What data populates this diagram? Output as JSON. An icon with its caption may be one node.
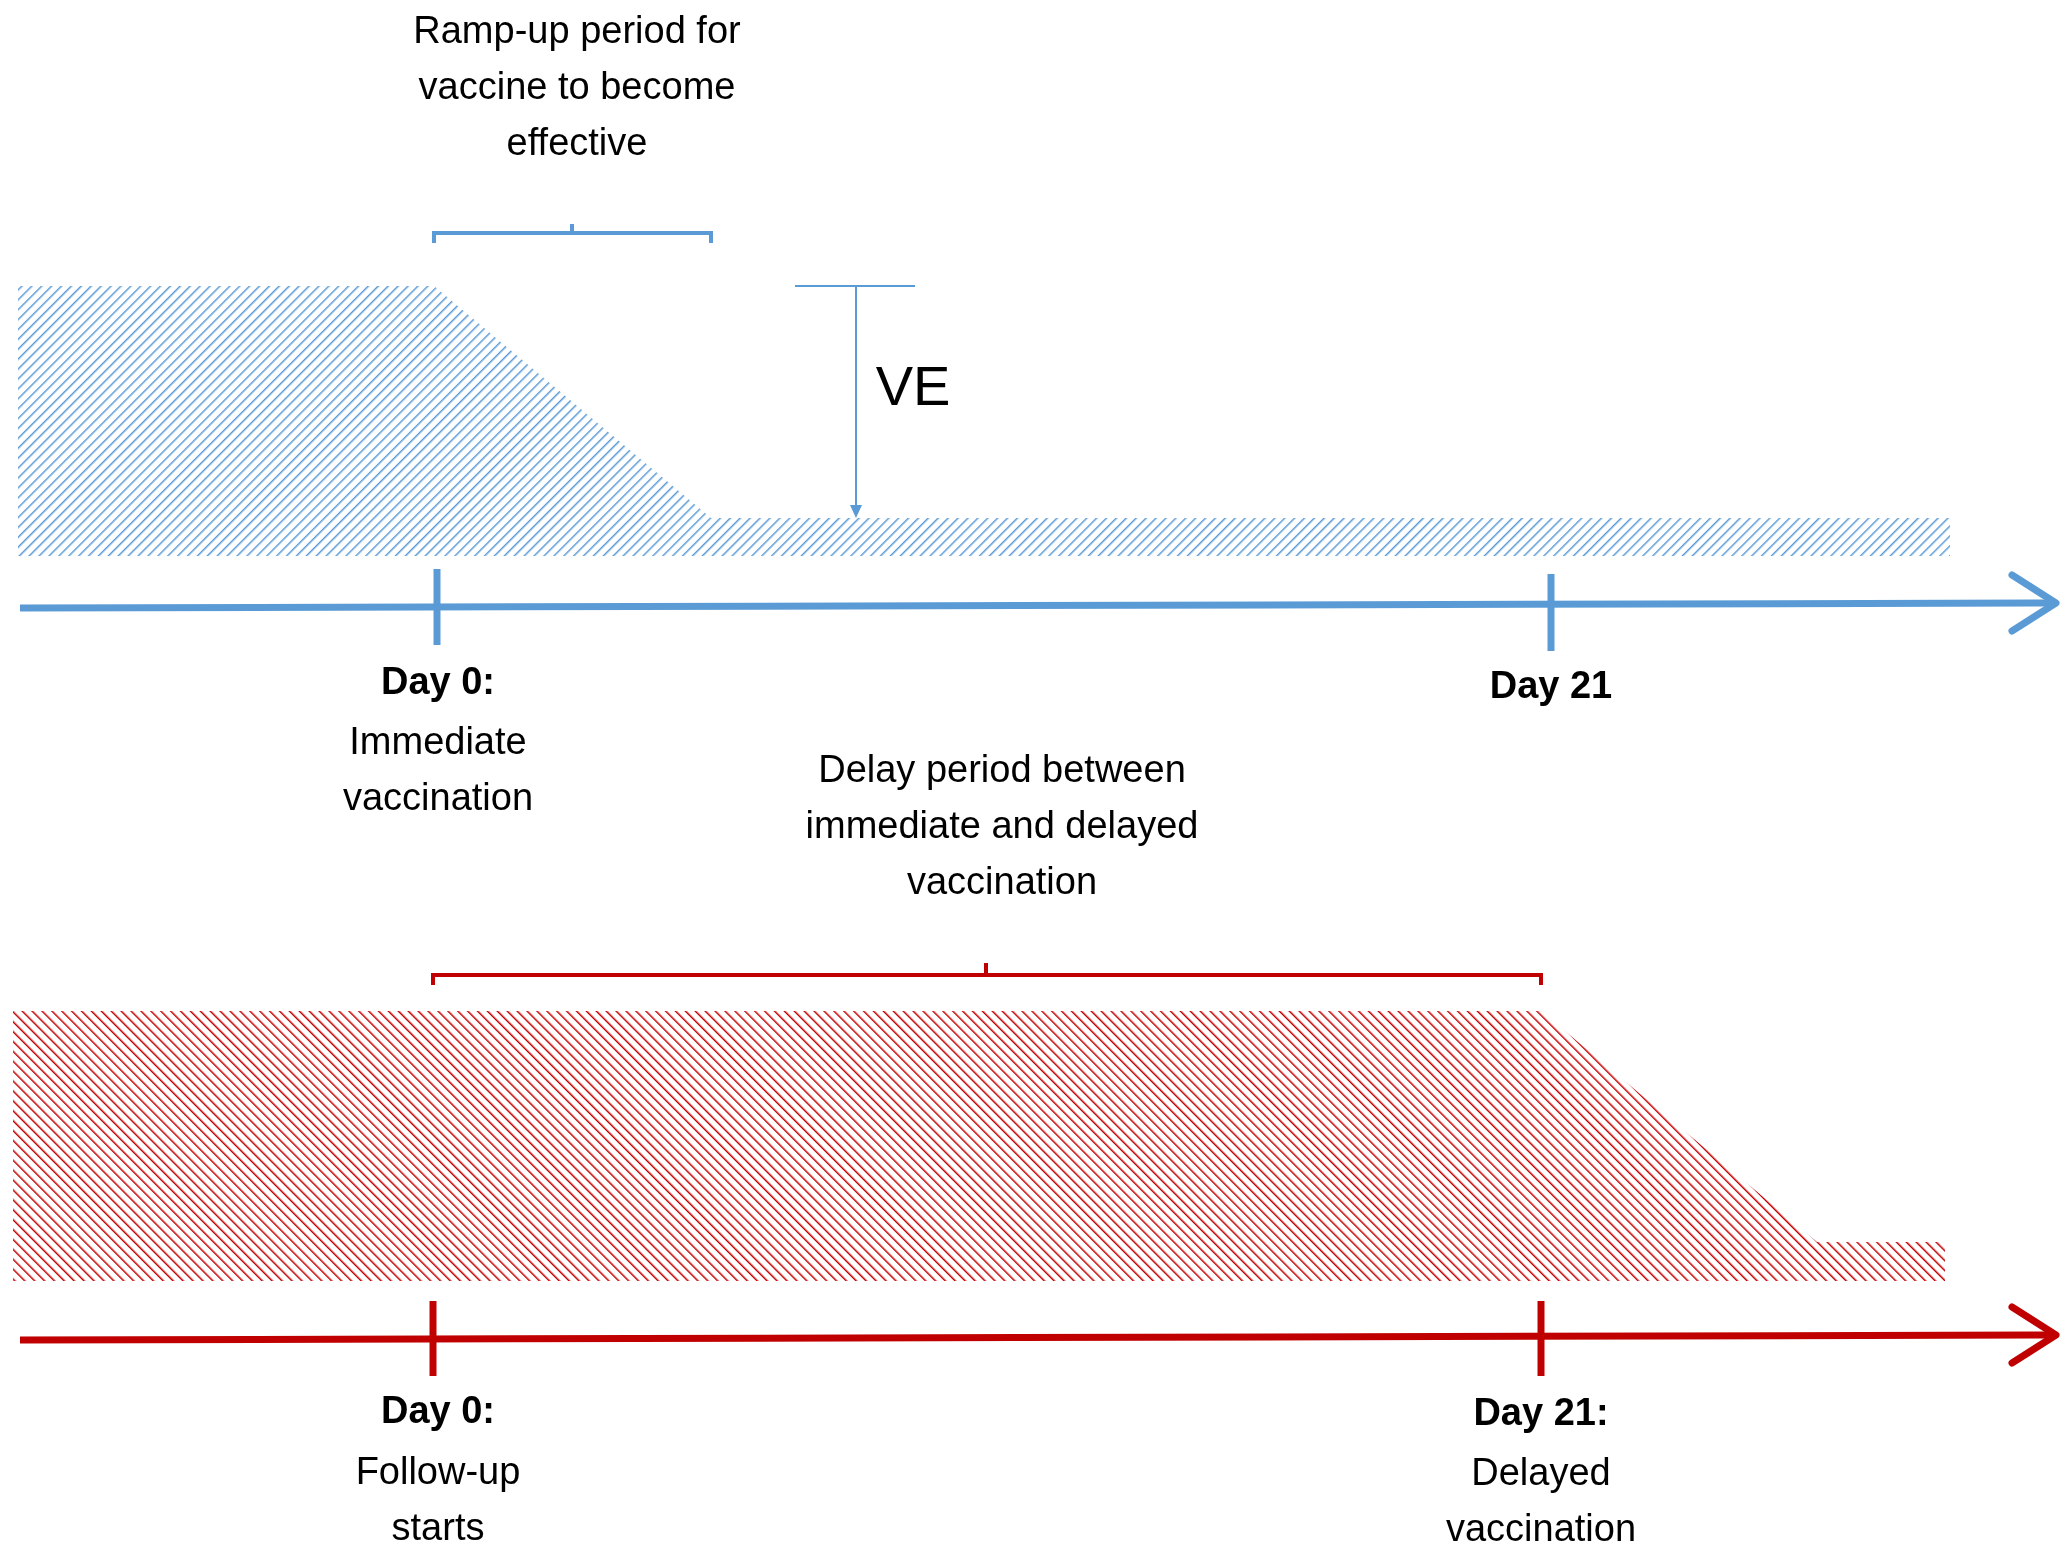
{
  "diagram": {
    "labels": [
      "Ramp-up period for vaccine to become effective",
      "VE",
      "Day 0:",
      "Day 21",
      "Immediate vaccination",
      "Delay period between immediate and delayed vaccination",
      "Day 0:",
      "Day 21:",
      "Follow-up starts",
      "Delayed vaccination"
    ]
  }
}
